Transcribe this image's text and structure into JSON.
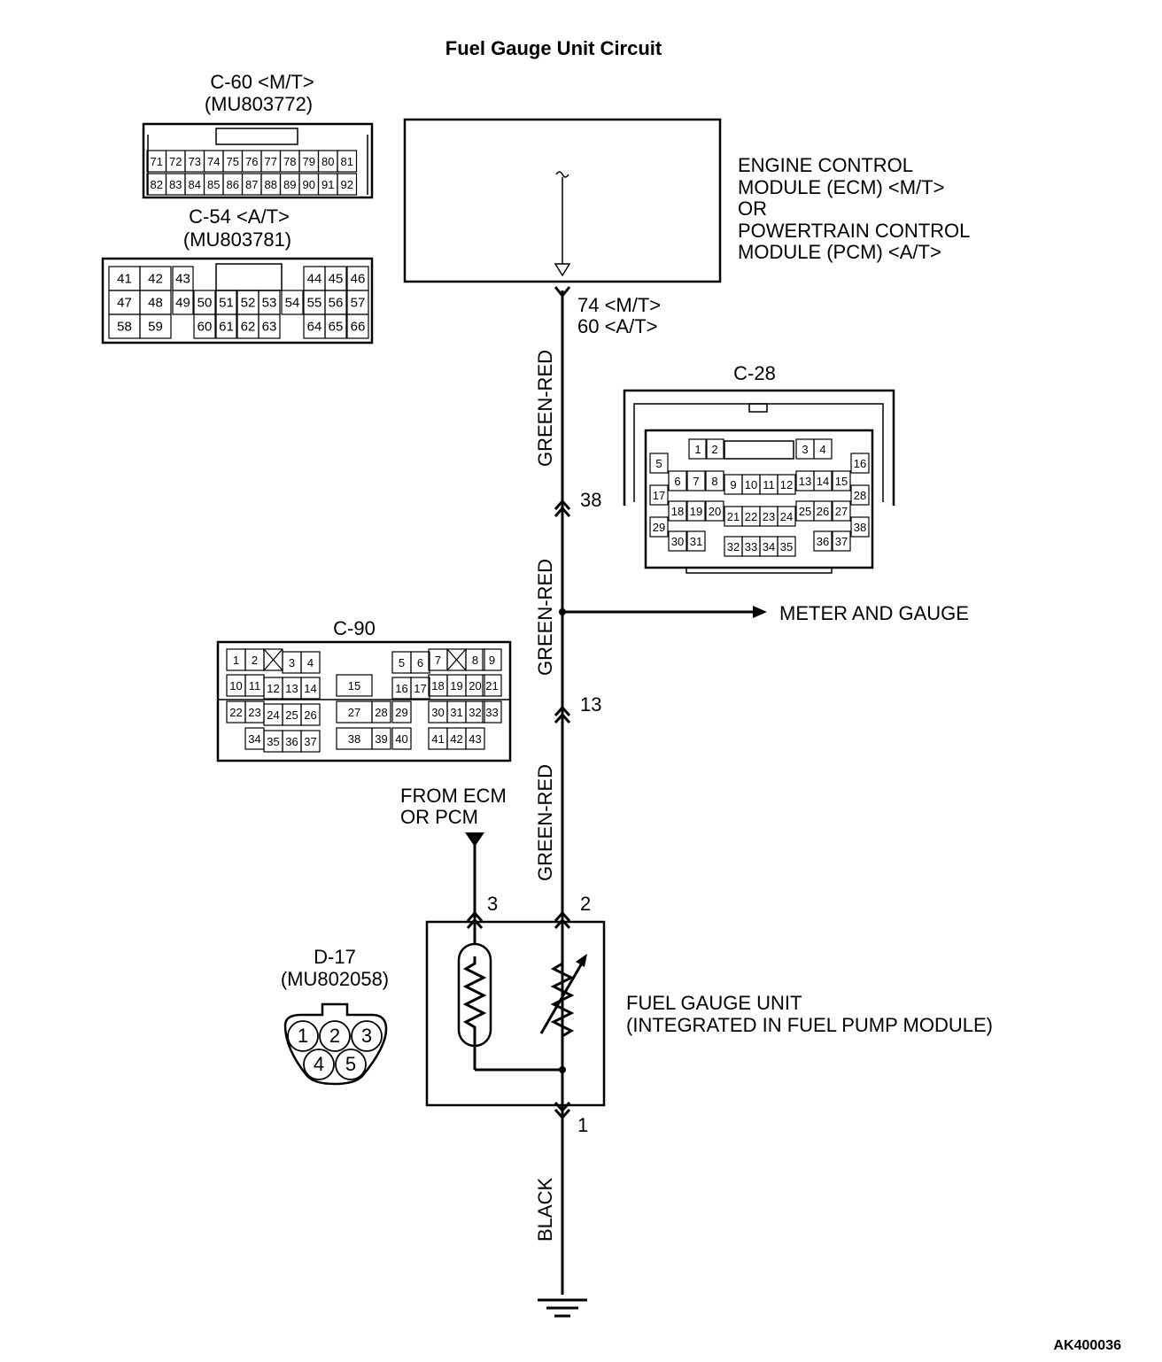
{
  "title": "Fuel Gauge Unit Circuit",
  "doc_id": "AK400036",
  "ecm": {
    "lines": [
      "ENGINE CONTROL",
      "MODULE (ECM) <M/T>",
      "OR",
      "POWERTRAIN CONTROL",
      "MODULE (PCM) <A/T>"
    ],
    "pin_mt": "74 <M/T>",
    "pin_at": "60 <A/T>"
  },
  "wires": {
    "seg1": "GREEN-RED",
    "seg2": "GREEN-RED",
    "seg3": "GREEN-RED",
    "ground": "BLACK"
  },
  "junctions": {
    "j38": "38",
    "j13": "13"
  },
  "meter_label": "METER AND GAUGE",
  "from_ecm": [
    "FROM ECM",
    "OR PCM"
  ],
  "gauge_unit": {
    "pin3": "3",
    "pin2": "2",
    "pin1": "1",
    "lines": [
      "FUEL GAUGE UNIT",
      "(INTEGRATED IN FUEL PUMP MODULE)"
    ]
  },
  "connectors": {
    "c60": {
      "name": "C-60 <M/T>",
      "part": "(MU803772)",
      "row1": [
        "71",
        "72",
        "73",
        "74",
        "75",
        "76",
        "77",
        "78",
        "79",
        "80",
        "81"
      ],
      "row2": [
        "82",
        "83",
        "84",
        "85",
        "86",
        "87",
        "88",
        "89",
        "90",
        "91",
        "92"
      ]
    },
    "c54": {
      "name": "C-54 <A/T>",
      "part": "(MU803781)",
      "row1": [
        "41",
        "42",
        "43",
        "",
        "",
        "",
        "",
        "",
        "44",
        "45",
        "46"
      ],
      "row2": [
        "47",
        "48",
        "49",
        "50",
        "51",
        "52",
        "53",
        "54",
        "55",
        "56",
        "57"
      ],
      "row3": [
        "58",
        "59",
        "",
        "60",
        "61",
        "62",
        "63",
        "",
        "64",
        "65",
        "66"
      ]
    },
    "c28": {
      "name": "C-28",
      "pins": [
        "1",
        "2",
        "3",
        "4",
        "5",
        "6",
        "7",
        "8",
        "9",
        "10",
        "11",
        "12",
        "13",
        "14",
        "15",
        "16",
        "17",
        "18",
        "19",
        "20",
        "21",
        "22",
        "23",
        "24",
        "25",
        "26",
        "27",
        "28",
        "29",
        "30",
        "31",
        "32",
        "33",
        "34",
        "35",
        "36",
        "37",
        "38"
      ]
    },
    "c90": {
      "name": "C-90",
      "pins": [
        "1",
        "2",
        "3",
        "4",
        "5",
        "6",
        "7",
        "8",
        "9",
        "10",
        "11",
        "12",
        "13",
        "14",
        "15",
        "16",
        "17",
        "18",
        "19",
        "20",
        "21",
        "22",
        "23",
        "24",
        "25",
        "26",
        "27",
        "28",
        "29",
        "30",
        "31",
        "32",
        "33",
        "34",
        "35",
        "36",
        "37",
        "38",
        "39",
        "40",
        "41",
        "42",
        "43"
      ]
    },
    "d17": {
      "name": "D-17",
      "part": "(MU802058)",
      "pins": [
        "1",
        "2",
        "3",
        "4",
        "5"
      ]
    }
  }
}
